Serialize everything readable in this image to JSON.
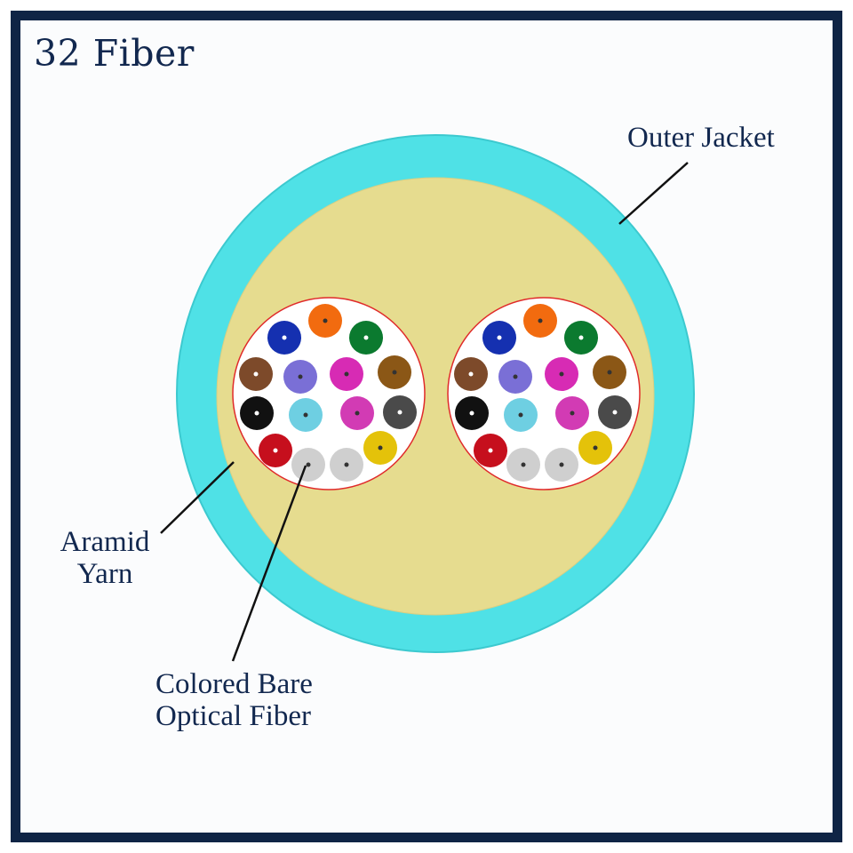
{
  "title": "32 Fiber",
  "labels": {
    "outer_jacket": "Outer Jacket",
    "aramid_yarn": [
      "Aramid",
      "Yarn"
    ],
    "colored_fiber": [
      "Colored Bare",
      "Optical Fiber"
    ]
  },
  "colors": {
    "frame": "#0f2445",
    "text": "#12284f",
    "jacket": "#4fe1e6",
    "yarn": "#e6dc8f",
    "tube_outline": "#e02a2a",
    "leader": "#111111"
  },
  "fiber_colors": {
    "blue": "#1530b0",
    "orange": "#f26b0f",
    "green": "#0b7a2f",
    "brown": "#7d4a2a",
    "slate": "#7a6fd6",
    "violet": "#d72bb4",
    "rose": "#d23bb4",
    "aqua": "#6ecfe2",
    "black": "#111111",
    "gray": "#4a4a4a",
    "red": "#c60f1d",
    "white": "#cfcfcf",
    "yellow": "#e4c20a",
    "tan": "#8b5716"
  }
}
